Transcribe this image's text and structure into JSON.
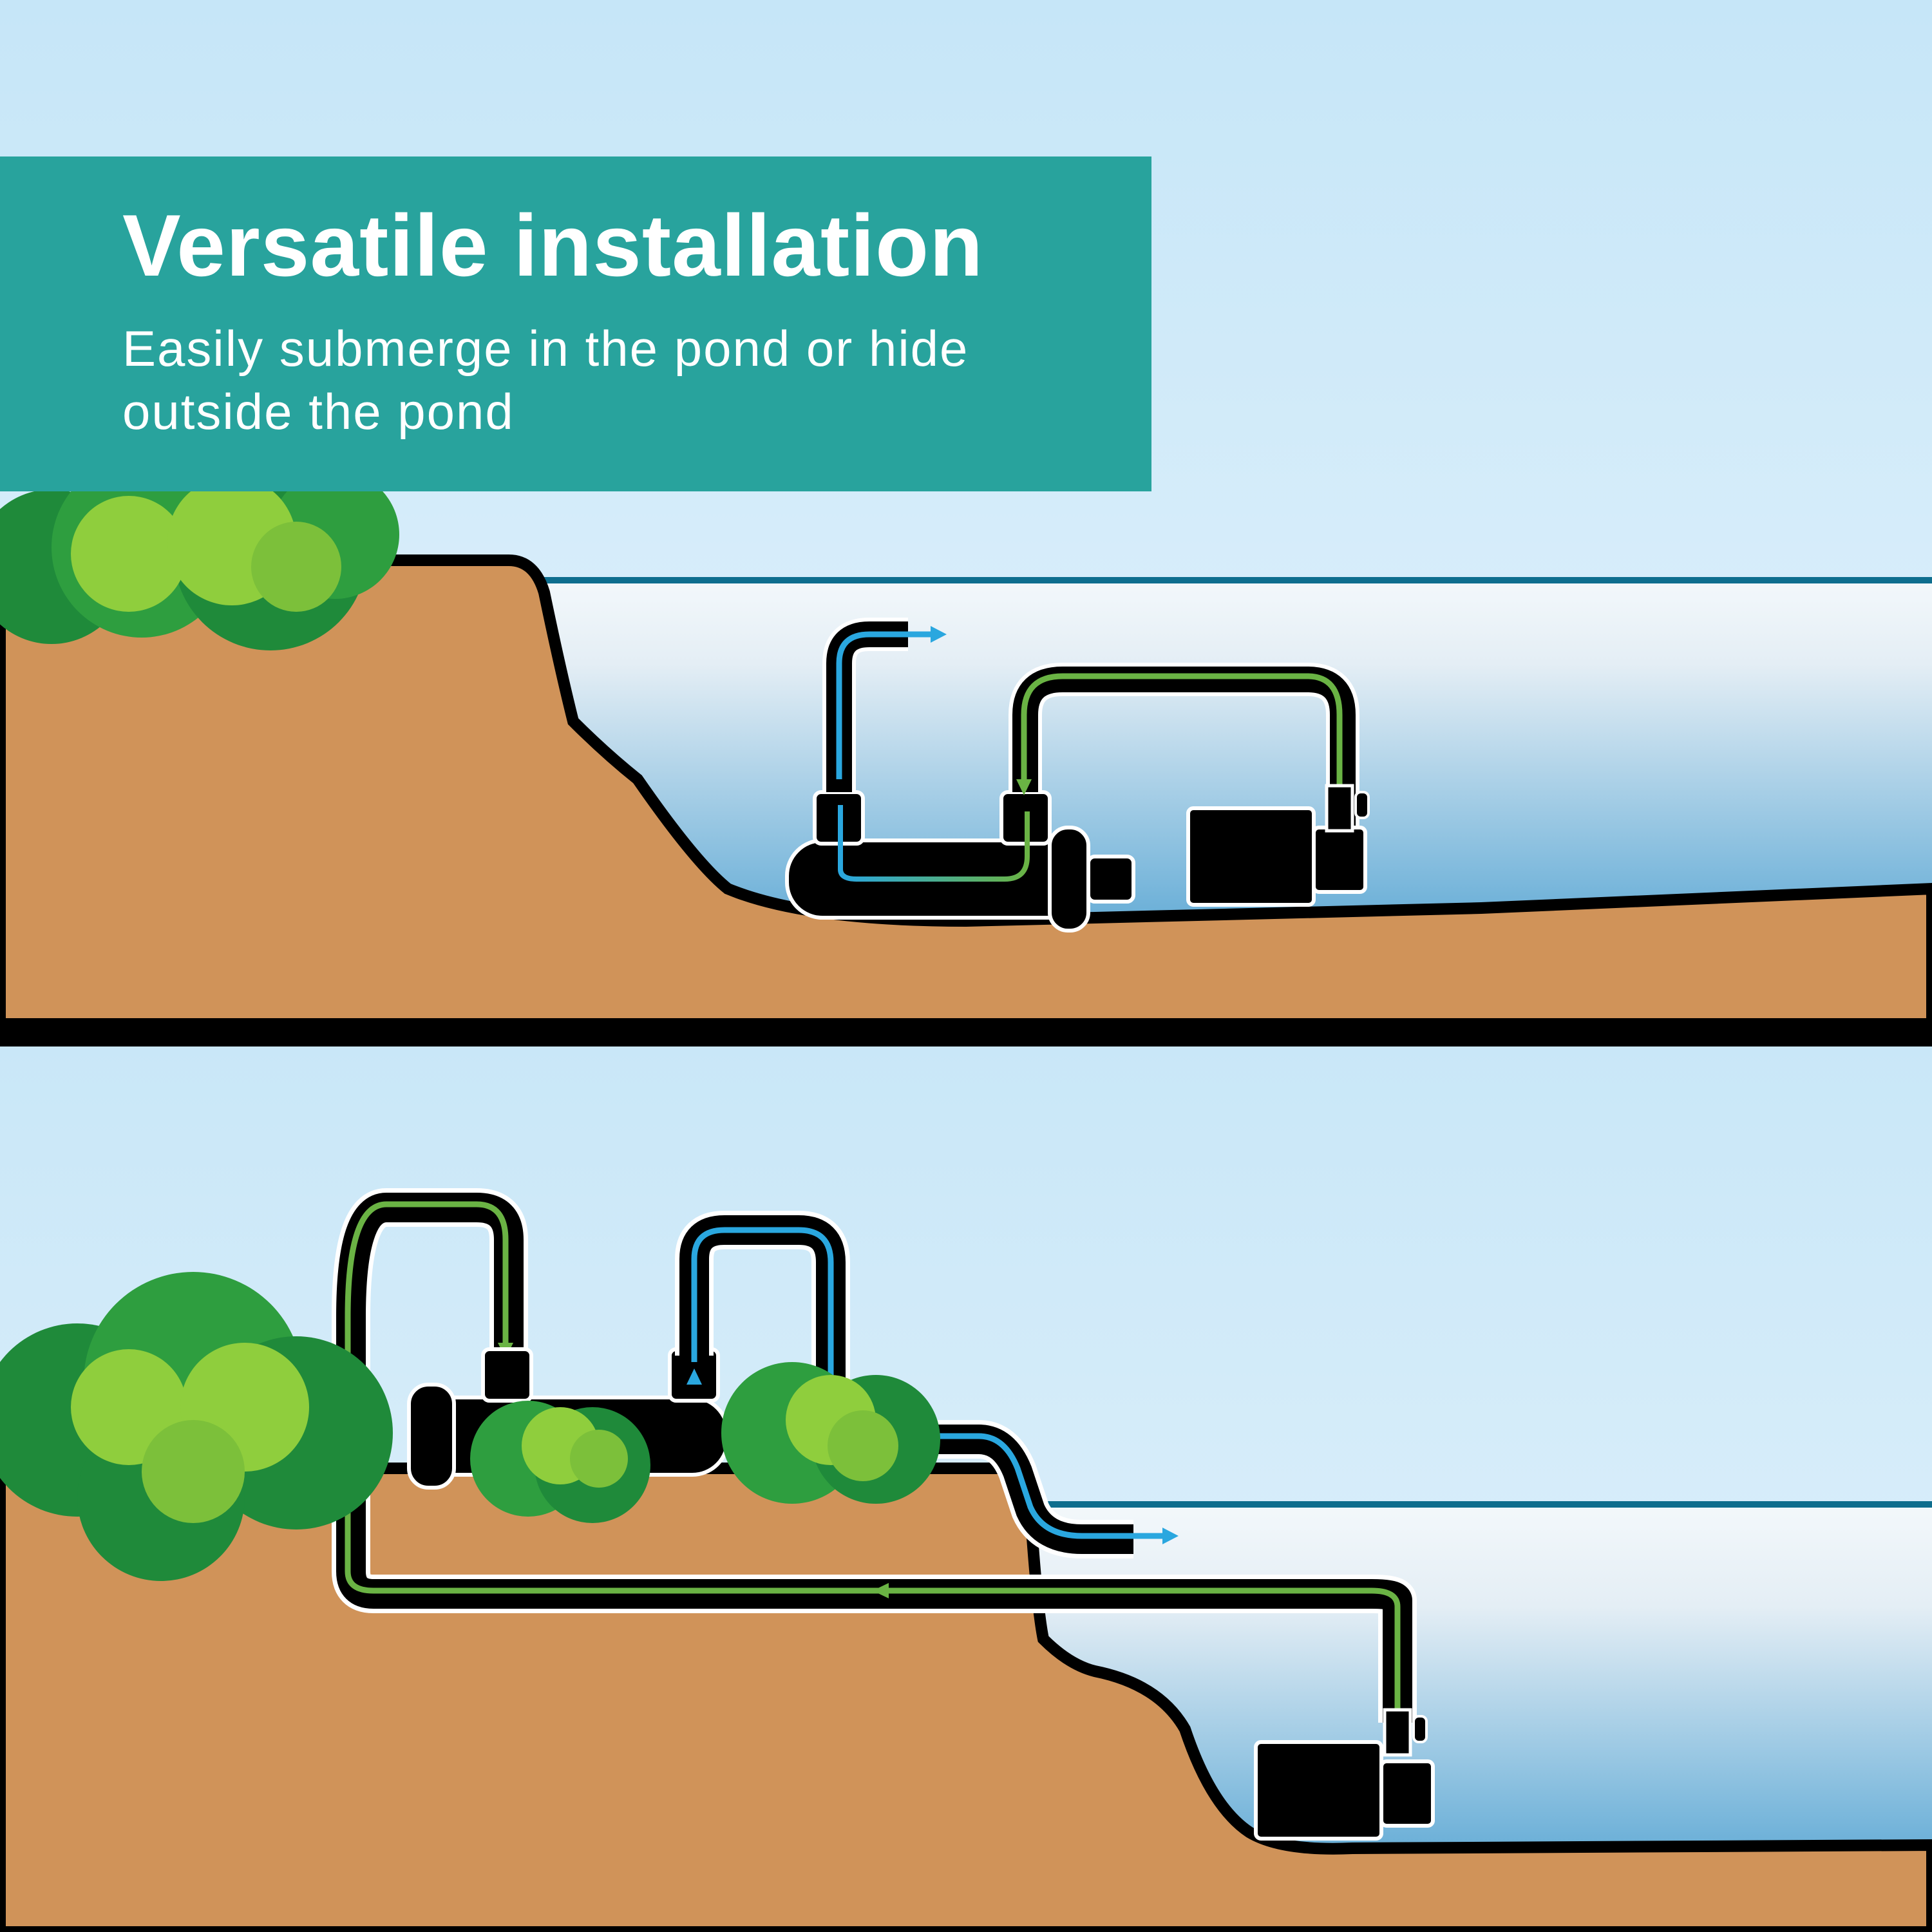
{
  "banner": {
    "title": "Versatile installation",
    "subtitle": "Easily submerge in the pond or hide outside the pond",
    "background_color": "#28a39d",
    "text_color": "#ffffff"
  },
  "colors": {
    "sky_top": "#c9e7f8",
    "sky_bottom": "#dff0fa",
    "water_top": "#eef6fb",
    "water_bottom": "#6fb2d8",
    "water_line": "#0e6e8e",
    "soil": "#d09359",
    "outline": "#000000",
    "flow_in": "#6ab344",
    "flow_out": "#2aa7df",
    "bush_dark": "#1f8a3a",
    "bush_light": "#8fce3d",
    "divider": "#000000"
  },
  "panels": [
    {
      "id": "submerged",
      "description": "UV clarifier and pump both submerged in the pond",
      "devices": [
        "uv-clarifier",
        "pump"
      ],
      "flows": [
        {
          "from": "pump",
          "to": "uv-clarifier",
          "color": "flow_in",
          "direction": "pump -> clarifier inlet"
        },
        {
          "from": "uv-clarifier",
          "to": "pond",
          "color": "flow_out",
          "direction": "clarifier outlet -> pond"
        }
      ]
    },
    {
      "id": "outside",
      "description": "UV clarifier hidden among bushes on the bank; pump submerged in pond",
      "devices": [
        "uv-clarifier",
        "pump"
      ],
      "flows": [
        {
          "from": "pump",
          "to": "uv-clarifier",
          "color": "flow_in",
          "direction": "pump -> underground hose -> clarifier inlet"
        },
        {
          "from": "uv-clarifier",
          "to": "pond",
          "color": "flow_out",
          "direction": "clarifier outlet -> over bank -> pond"
        }
      ]
    }
  ]
}
